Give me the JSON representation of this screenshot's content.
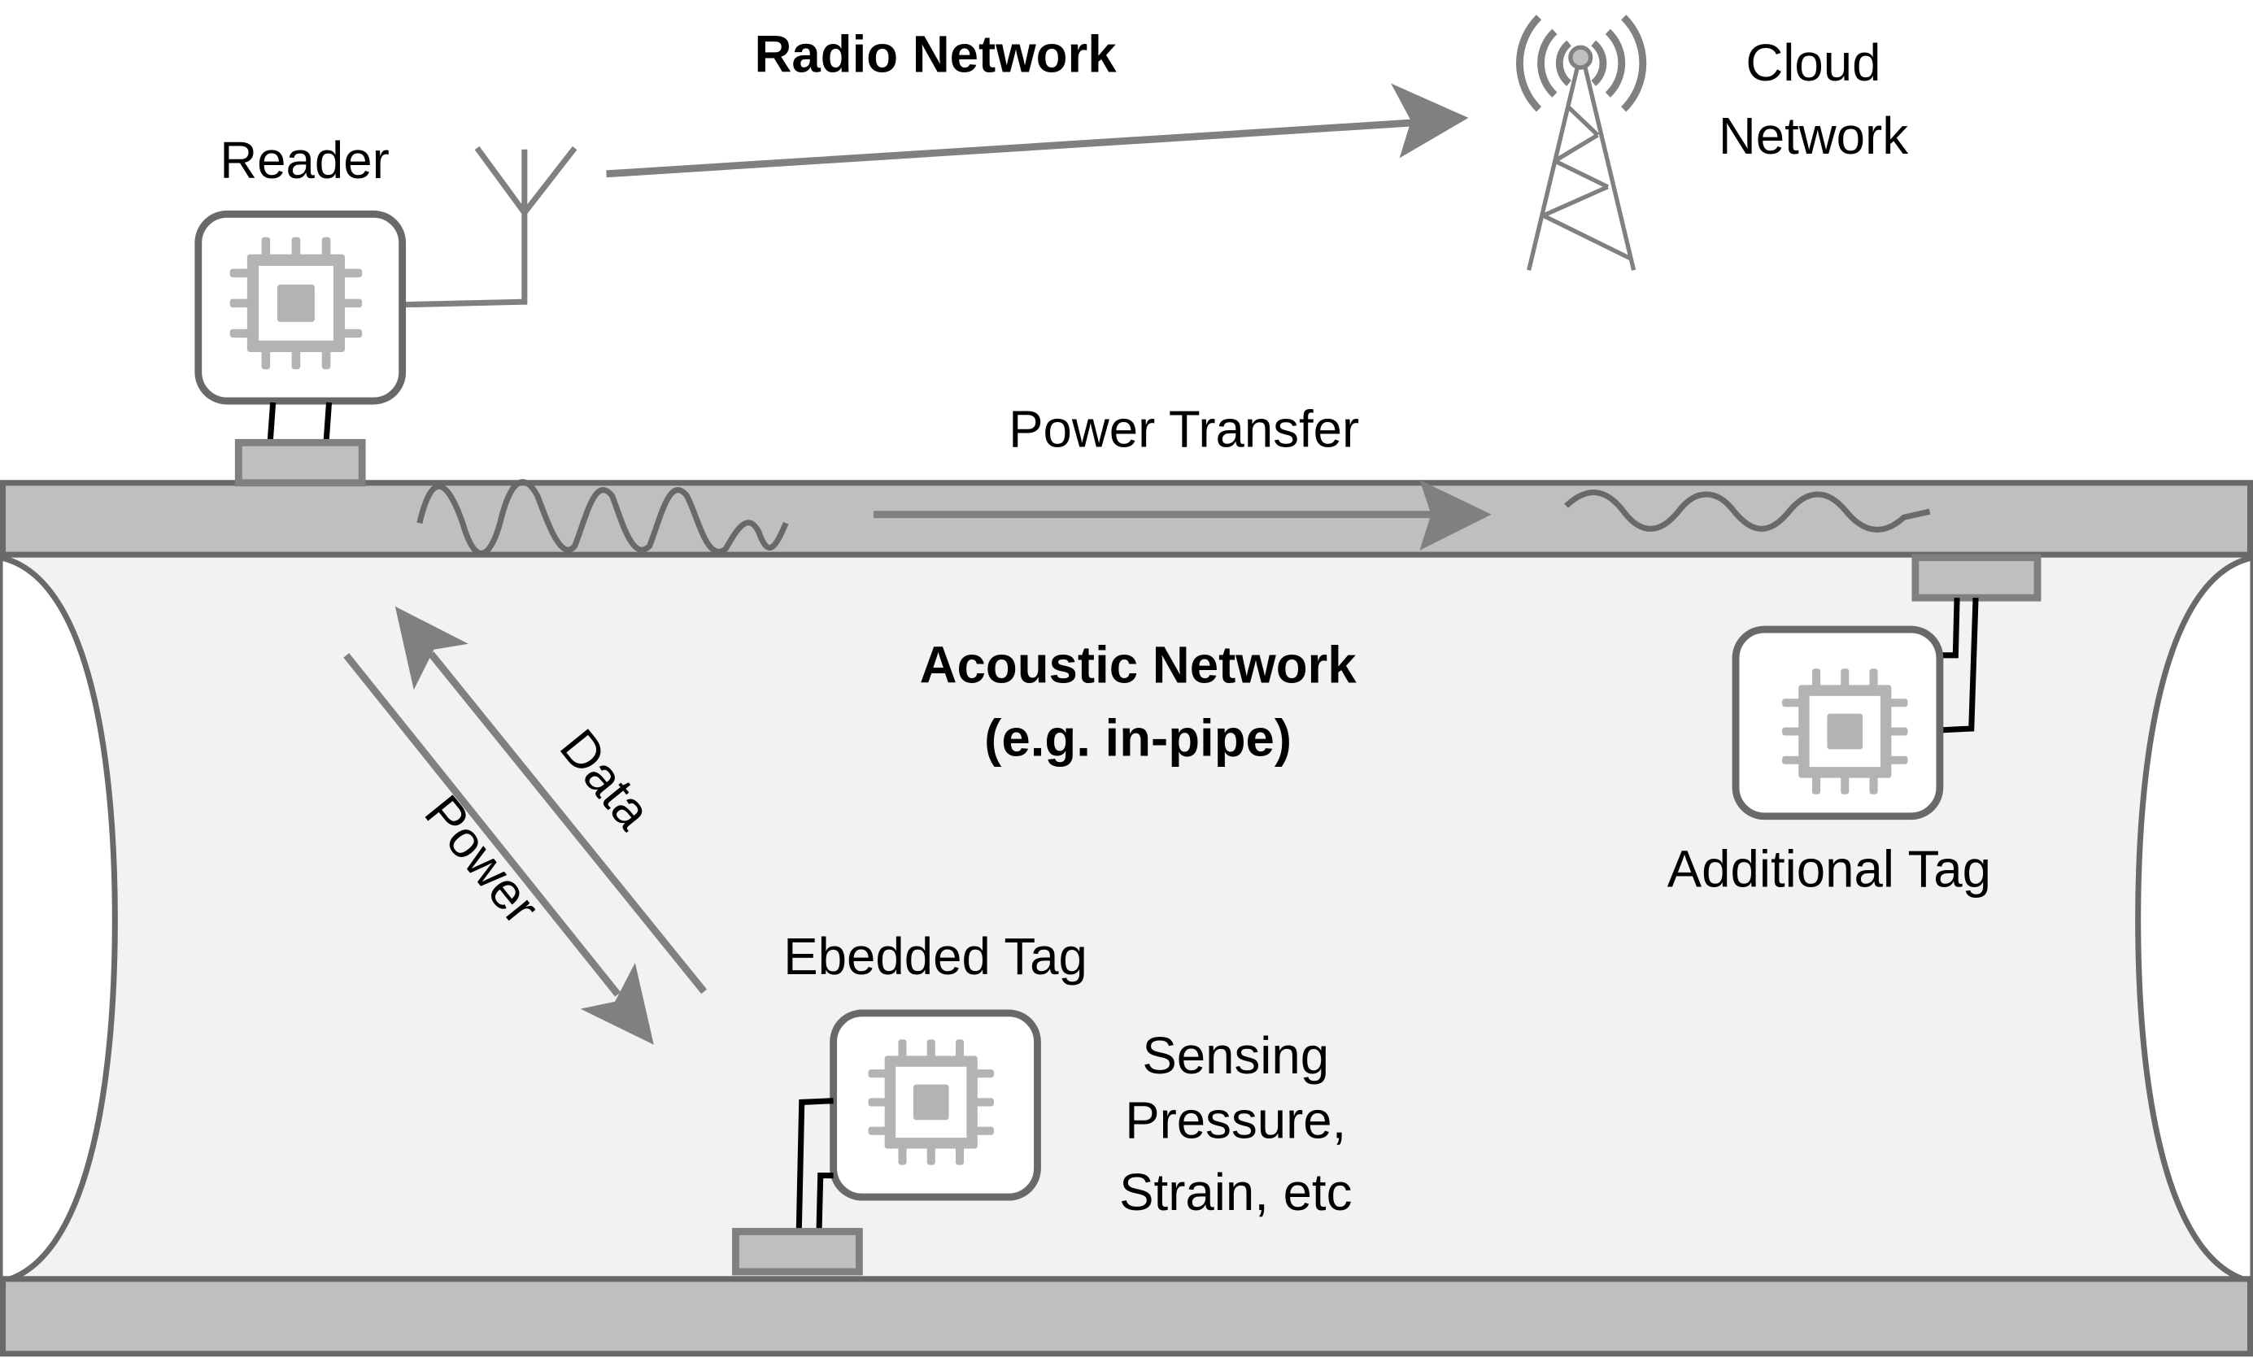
{
  "diagram": {
    "labels": {
      "radio_network": "Radio Network",
      "reader": "Reader",
      "cloud_network_line1": "Cloud",
      "cloud_network_line2": "Network",
      "power_transfer": "Power Transfer",
      "acoustic_network_line1": "Acoustic Network",
      "acoustic_network_line2": "(e.g. in-pipe)",
      "data": "Data",
      "power": "Power",
      "embedded_tag": "Ebedded Tag",
      "additional_tag": "Additional Tag",
      "sensing_line1": "Sensing",
      "sensing_line2": "Pressure,",
      "sensing_line3": "Strain, etc"
    },
    "colors": {
      "pipe_wall_fill": "#bfbfbf",
      "pipe_wall_stroke": "#696969",
      "pipe_interior": "#f2f2f2",
      "arrow": "#808080",
      "chip": "#b3b3b3",
      "device_border": "#696969",
      "wire": "#000000",
      "transducer_stroke": "#808080",
      "text": "#000000"
    },
    "nodes": [
      {
        "id": "reader",
        "icon": "chip-icon"
      },
      {
        "id": "embedded-tag",
        "icon": "chip-icon"
      },
      {
        "id": "additional-tag",
        "icon": "chip-icon"
      },
      {
        "id": "cloud-network",
        "icon": "radio-tower-icon"
      },
      {
        "id": "reader-antenna",
        "icon": "antenna-icon"
      }
    ],
    "edges": [
      {
        "from": "reader",
        "to": "cloud-network",
        "label": "Radio Network"
      },
      {
        "from": "reader",
        "to": "additional-tag",
        "label": "Power Transfer"
      },
      {
        "from": "reader",
        "to": "embedded-tag",
        "label": "Power"
      },
      {
        "from": "embedded-tag",
        "to": "reader",
        "label": "Data"
      }
    ]
  }
}
